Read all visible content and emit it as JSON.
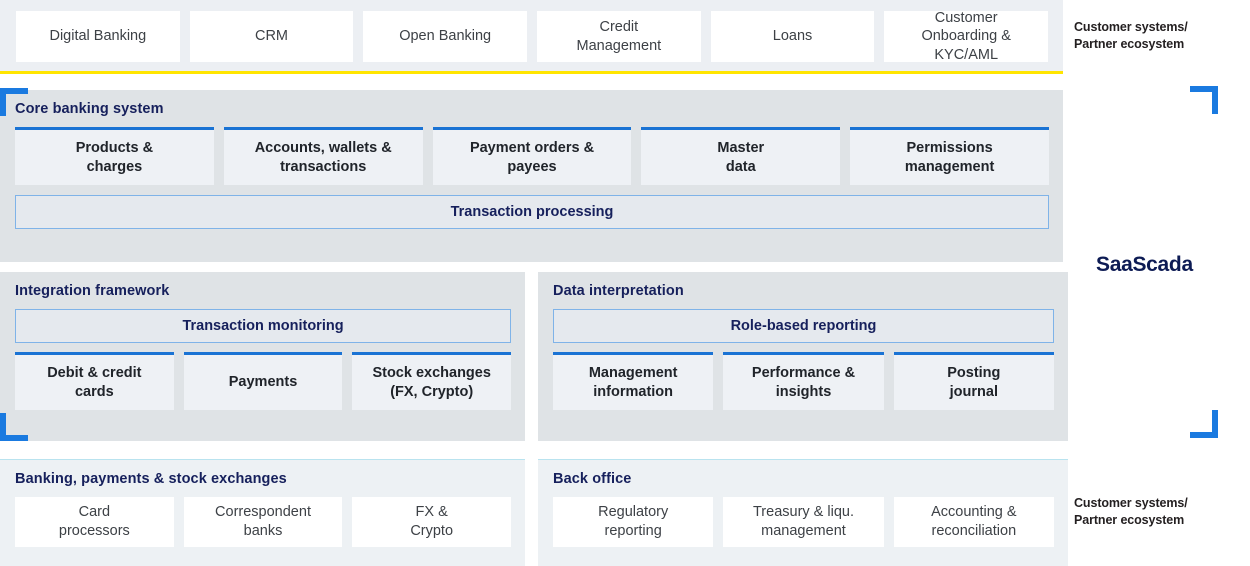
{
  "colors": {
    "accent_blue": "#1a7ae0",
    "card_border_blue": "#1a73d4",
    "header_navy": "#16205c",
    "logo_navy": "#0d1b54",
    "divider_yellow": "#ffe500",
    "panel_grey": "#dfe3e6",
    "strip_grey": "#eceff3",
    "light_panel": "#edf1f4"
  },
  "brand": {
    "name": "SaaScada"
  },
  "annotations": {
    "top": "Customer systems/\nPartner ecosystem",
    "top_line1": "Customer systems/",
    "top_line2": "Partner ecosystem",
    "bottom_line1": "Customer systems/",
    "bottom_line2": "Partner ecosystem"
  },
  "top_strip": {
    "cards": [
      {
        "label": "Digital Banking"
      },
      {
        "label": "CRM"
      },
      {
        "label": "Open Banking"
      },
      {
        "label": "Credit\nManagement"
      },
      {
        "label": "Loans"
      },
      {
        "label": "Customer\nOnboarding &\nKYC/AML"
      }
    ]
  },
  "core_banking": {
    "title": "Core banking system",
    "cards": [
      {
        "label": "Products &\ncharges"
      },
      {
        "label": "Accounts, wallets &\ntransactions"
      },
      {
        "label": "Payment orders &\npayees"
      },
      {
        "label": "Master\ndata"
      },
      {
        "label": "Permissions\nmanagement"
      }
    ],
    "wide_bar": "Transaction processing"
  },
  "integration_framework": {
    "title": "Integration framework",
    "wide_bar": "Transaction monitoring",
    "cards": [
      {
        "label": "Debit & credit\ncards"
      },
      {
        "label": "Payments"
      },
      {
        "label": "Stock exchanges\n(FX, Crypto)"
      }
    ]
  },
  "data_interpretation": {
    "title": "Data interpretation",
    "wide_bar": "Role-based reporting",
    "cards": [
      {
        "label": "Management\ninformation"
      },
      {
        "label": "Performance &\ninsights"
      },
      {
        "label": "Posting\njournal"
      }
    ]
  },
  "banking_payments": {
    "title": "Banking, payments & stock exchanges",
    "cards": [
      {
        "label": "Card\nprocessors"
      },
      {
        "label": "Correspondent\nbanks"
      },
      {
        "label": "FX &\nCrypto"
      }
    ]
  },
  "back_office": {
    "title": "Back office",
    "cards": [
      {
        "label": "Regulatory\nreporting"
      },
      {
        "label": "Treasury & liqu.\nmanagement"
      },
      {
        "label": "Accounting &\nreconciliation"
      }
    ]
  }
}
